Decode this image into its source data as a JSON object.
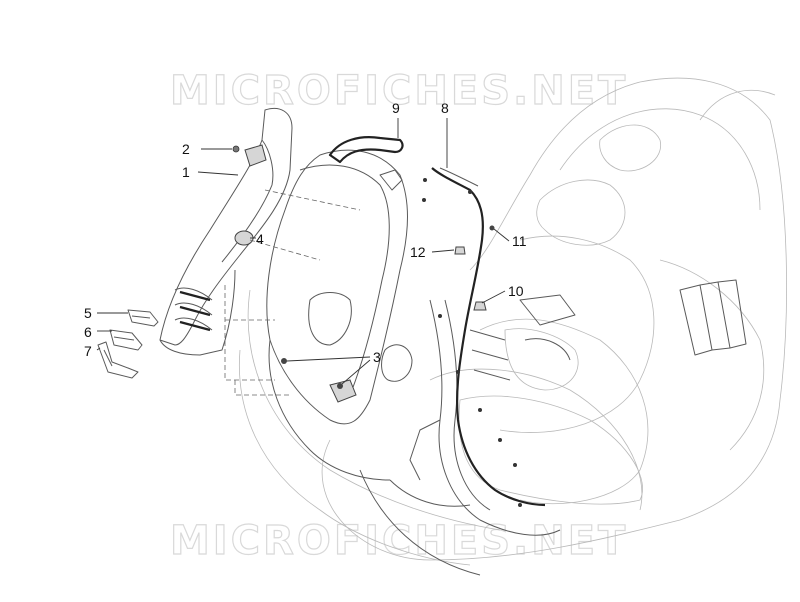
{
  "watermarks": {
    "top": "MICROFICHES.NET",
    "bottom": "MICROFICHES.NET"
  },
  "callouts": [
    {
      "id": "1",
      "label": "1"
    },
    {
      "id": "2",
      "label": "2"
    },
    {
      "id": "3",
      "label": "3"
    },
    {
      "id": "4",
      "label": "4"
    },
    {
      "id": "5",
      "label": "5"
    },
    {
      "id": "6",
      "label": "6"
    },
    {
      "id": "7",
      "label": "7"
    },
    {
      "id": "8",
      "label": "8"
    },
    {
      "id": "9",
      "label": "9"
    },
    {
      "id": "10",
      "label": "10"
    },
    {
      "id": "11",
      "label": "11"
    },
    {
      "id": "12",
      "label": "12"
    }
  ],
  "colors": {
    "watermark": "#d9d9d9",
    "line": "#5a5a5a",
    "background": "#ffffff"
  }
}
